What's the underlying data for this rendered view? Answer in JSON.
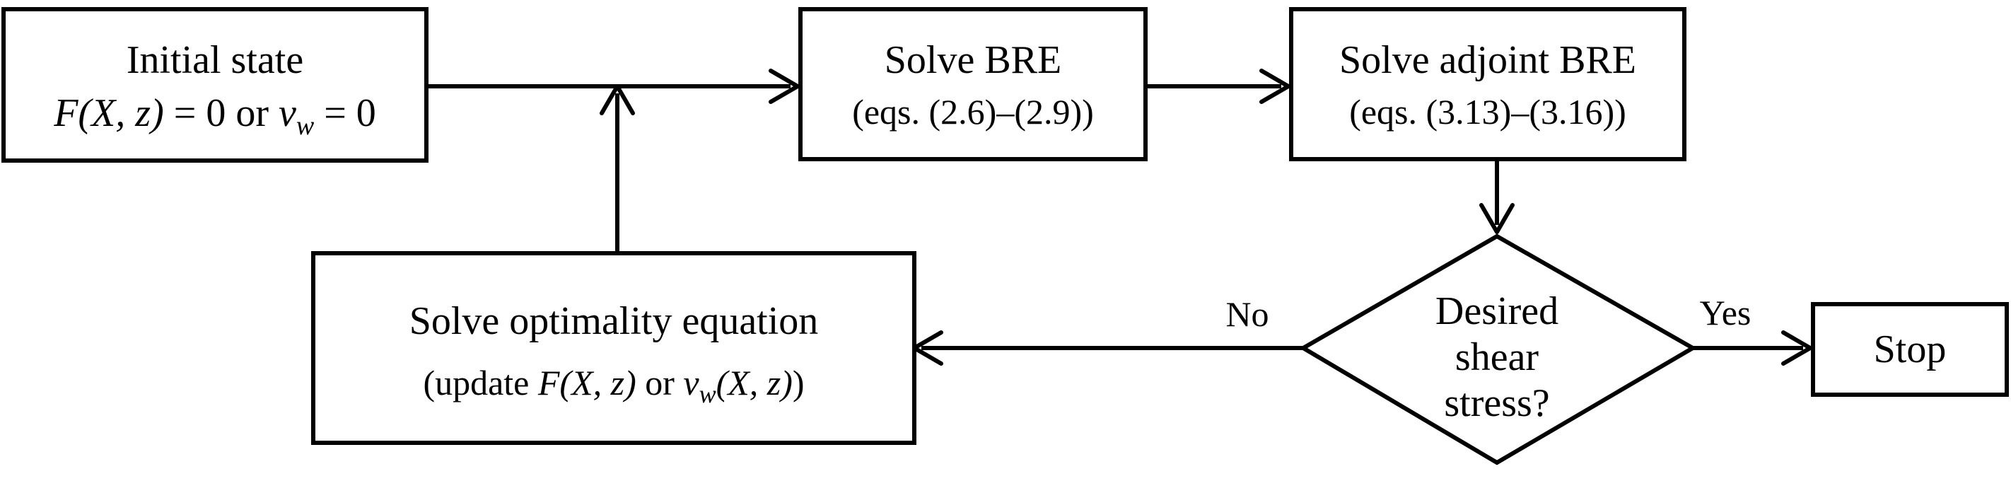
{
  "nodes": {
    "initial": {
      "title": "Initial state",
      "f_xz": "F(X, z)",
      "eq_zero": " = 0 or ",
      "v_sym": "v",
      "w_sub": "w",
      "eq_zero_end": " = 0"
    },
    "solve_bre": {
      "title": "Solve BRE",
      "sub": "(eqs. (2.6)–(2.9))"
    },
    "solve_adjoint": {
      "title": "Solve adjoint BRE",
      "sub": "(eqs. (3.13)–(3.16))"
    },
    "optimality": {
      "title": "Solve optimality equation",
      "sub_prefix": "(update ",
      "f_xz": "F(X, z)",
      "or_text": " or ",
      "v_sym": "v",
      "w_sub": "w",
      "vw_args": "(X, z)",
      "sub_suffix": ")"
    },
    "decision": {
      "line1": "Desired",
      "line2": "shear",
      "line3": "stress?"
    },
    "stop": {
      "title": "Stop"
    }
  },
  "edge_labels": {
    "no": "No",
    "yes": "Yes"
  }
}
